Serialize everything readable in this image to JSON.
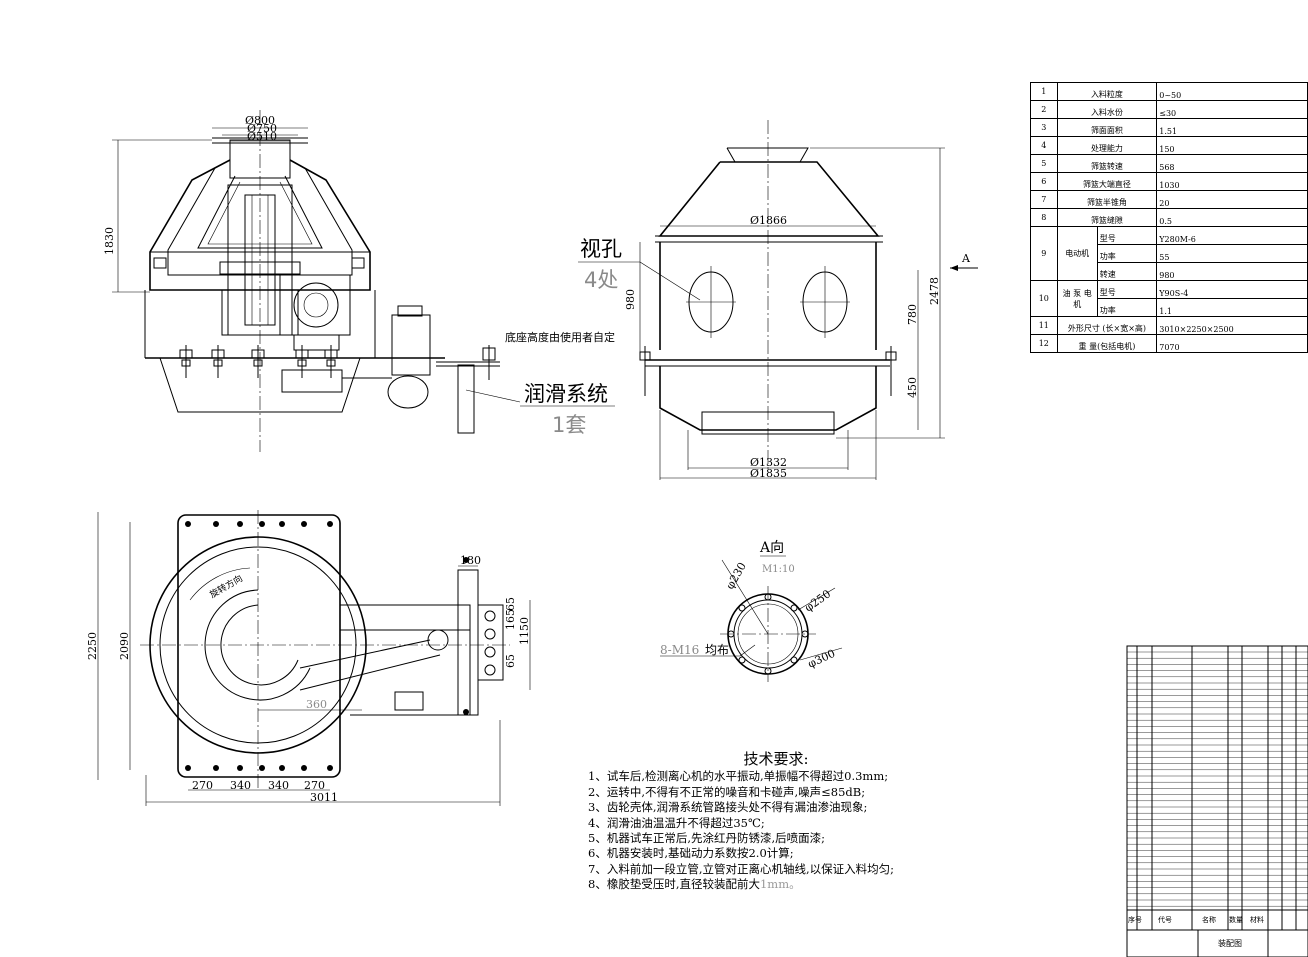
{
  "front_view": {
    "dia_top_1": "Ø800",
    "dia_top_2": "Ø750",
    "dia_top_3": "Ø510",
    "height": "1830"
  },
  "labels": {
    "sight_hole": "视孔",
    "sight_hole_count": "4处",
    "base_height_note": "底座高度由使用者自定",
    "lube_system": "润滑系统",
    "lube_qty": "1套",
    "view_arrow": "A"
  },
  "side_view": {
    "dia_mid": "Ø1866",
    "dia_bottom_1": "Ø1332",
    "dia_bottom_2": "Ø1835",
    "dim_980": "980",
    "dim_780": "780",
    "dim_450": "450",
    "dim_2478": "2478"
  },
  "plan_view": {
    "dim_180": "180",
    "dim_2250": "2250",
    "dim_2090": "2090",
    "dim_1150": "1150",
    "dim_165": "165",
    "dim_65_top": "65",
    "dim_65": "65",
    "dim_360": "360",
    "bottom_dims": [
      "270",
      "340",
      "340",
      "270"
    ],
    "total_width": "3011",
    "rotation_label": "旋转方向"
  },
  "a_view": {
    "title": "A向",
    "scale": "M1:10",
    "d230": "φ230",
    "d250": "φ250",
    "d300": "φ300",
    "bolts": "8-M16",
    "uniform": "均布"
  },
  "param_table": [
    {
      "no": "1",
      "name": "入料粒度",
      "value": "0~50"
    },
    {
      "no": "2",
      "name": "入料水份",
      "value": "≤30"
    },
    {
      "no": "3",
      "name": "筛面面积",
      "value": "1.51"
    },
    {
      "no": "4",
      "name": "处理能力",
      "value": "150"
    },
    {
      "no": "5",
      "name": "筛篮转速",
      "value": "568"
    },
    {
      "no": "6",
      "name": "筛篮大端直径",
      "value": "1030"
    },
    {
      "no": "7",
      "name": "筛篮半锥角",
      "value": "20"
    },
    {
      "no": "8",
      "name": "筛篮缝隙",
      "value": "0.5"
    },
    {
      "no": "9",
      "group": "电动机",
      "rows": [
        {
          "name": "型号",
          "value": "Y280M-6"
        },
        {
          "name": "功率",
          "value": "55"
        },
        {
          "name": "转速",
          "value": "980"
        }
      ]
    },
    {
      "no": "10",
      "group": "油 泵 电 机",
      "rows": [
        {
          "name": "型号",
          "value": "Y90S-4"
        },
        {
          "name": "功率",
          "value": "1.1"
        }
      ]
    },
    {
      "no": "11",
      "name": "外形尺寸 (长×宽×高)",
      "value": "3010×2250×2500"
    },
    {
      "no": "12",
      "name": "重 量(包括电机)",
      "value": "7070"
    }
  ],
  "tech_requirements": {
    "title": "技术要求:",
    "items": [
      "1、试车后,检测离心机的水平振动,单振幅不得超过0.3mm;",
      "2、运转中,不得有不正常的噪音和卡碰声,噪声≤85dB;",
      "3、齿轮壳体,润滑系统管路接头处不得有漏油渗油现象;",
      "4、润滑油油温温升不得超过35℃;",
      "5、机器试车正常后,先涂红丹防锈漆,后喷面漆;",
      "6、机器安装时,基础动力系数按2.0计算;",
      "7、入料前加一段立管,立管对正离心机轴线,以保证入料均匀;",
      "8、橡胶垫受压时,直径较装配前大"
    ],
    "last_suffix": "1mm。"
  },
  "bom": {
    "headers": [
      "序号",
      "代号",
      "名称",
      "数量",
      "材料"
    ],
    "drawing_title": "装配图"
  }
}
